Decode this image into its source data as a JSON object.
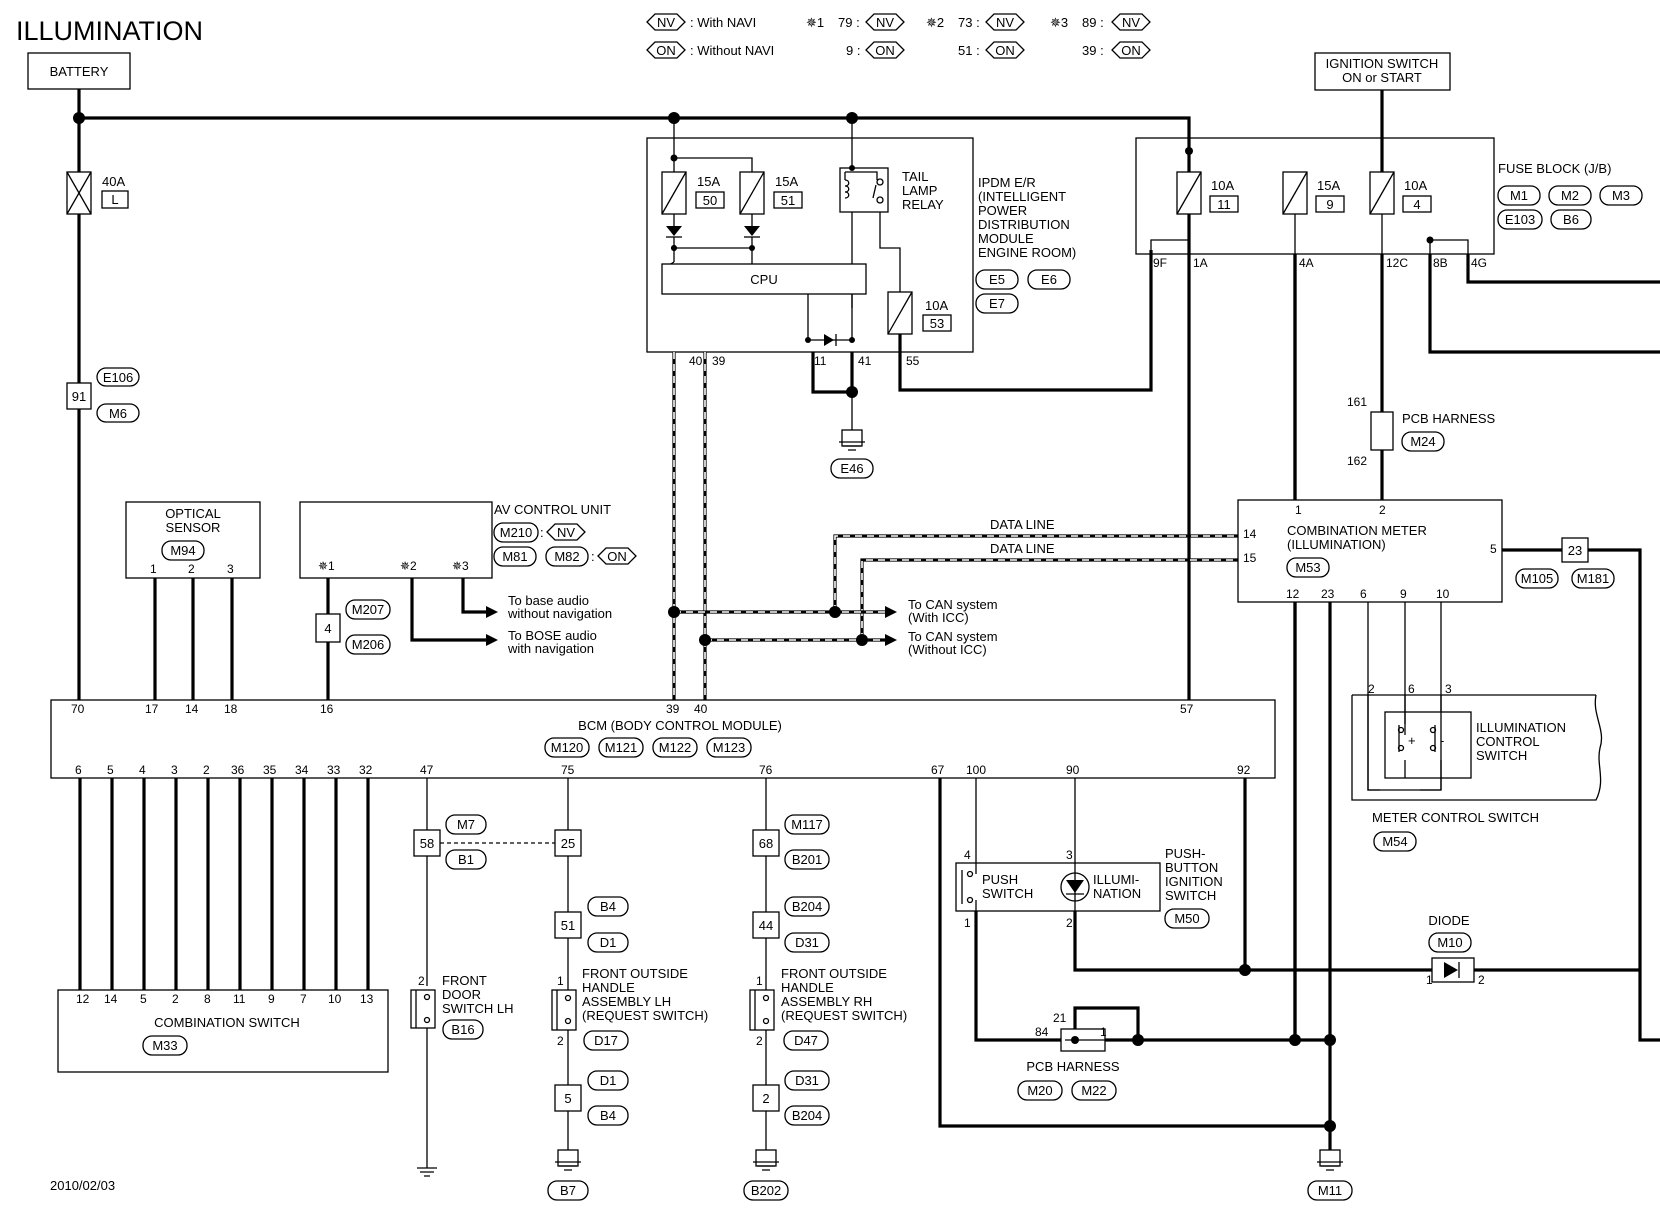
{
  "title": "ILLUMINATION",
  "date": "2010/02/03",
  "legend": {
    "nv_code": "NV",
    "nv_text": ": With NAVI",
    "on_code": "ON",
    "on_text": ": Without NAVI",
    "star1": "✵1",
    "star1_nv": "79 :",
    "star1_on": "9 :",
    "star2": "✵2",
    "star2_nv": "73 :",
    "star2_on": "51 :",
    "star3": "✵3",
    "star3_nv": "89 :",
    "star3_on": "39 :"
  },
  "battery": "BATTERY",
  "ignition": {
    "line1": "IGNITION SWITCH",
    "line2": "ON or START"
  },
  "fuse40": {
    "rating": "40A",
    "code": "L"
  },
  "conn91": {
    "pin": "91",
    "c1": "E106",
    "c2": "M6"
  },
  "ipdm": {
    "lines": [
      "IPDM E/R",
      "(INTELLIGENT",
      "POWER",
      "DISTRIBUTION",
      "MODULE",
      "ENGINE ROOM)"
    ],
    "conns": [
      "E5",
      "E6",
      "E7"
    ],
    "fuse50": {
      "rating": "15A",
      "num": "50"
    },
    "fuse51": {
      "rating": "15A",
      "num": "51"
    },
    "fuse53": {
      "rating": "10A",
      "num": "53"
    },
    "relay": [
      "TAIL",
      "LAMP",
      "RELAY"
    ],
    "cpu": "CPU",
    "pins": [
      "40",
      "39",
      "11",
      "41",
      "55"
    ],
    "ground": "E46"
  },
  "fuseblock": {
    "title": "FUSE BLOCK (J/B)",
    "conns": [
      "M1",
      "M2",
      "M3",
      "E103",
      "B6"
    ],
    "fuses": [
      {
        "rating": "10A",
        "num": "11"
      },
      {
        "rating": "15A",
        "num": "9"
      },
      {
        "rating": "10A",
        "num": "4"
      }
    ],
    "pins": [
      "9F",
      "1A",
      "4A",
      "12C",
      "8B",
      "4G"
    ]
  },
  "pcb_m24": {
    "top": "161",
    "bottom": "162",
    "label": "PCB HARNESS",
    "conn": "M24"
  },
  "meter": {
    "line1": "COMBINATION METER",
    "line2": "(ILLUMINATION)",
    "conn": "M53",
    "pin1": "1",
    "pin2": "2",
    "pin14": "14",
    "pin15": "15",
    "pin5": "5",
    "bottom_pins": [
      "12",
      "23",
      "6",
      "9",
      "10"
    ]
  },
  "j23": {
    "pin": "23",
    "c1": "M105",
    "c2": "M181"
  },
  "data_line": "DATA LINE",
  "can": {
    "with1": "To CAN system",
    "with2": "(With ICC)",
    "without1": "To CAN system",
    "without2": "(Without ICC)"
  },
  "optical": {
    "line1": "OPTICAL",
    "line2": "SENSOR",
    "conn": "M94",
    "pins": [
      "1",
      "2",
      "3"
    ]
  },
  "av": {
    "title": "AV CONTROL UNIT",
    "conn_nv": "M210",
    "code_nv": "NV",
    "conn_on1": "M81",
    "conn_on2": "M82",
    "code_on": "ON",
    "pins": [
      "✵1",
      "✵2",
      "✵3"
    ],
    "base1": "To base audio",
    "base2": "without navigation",
    "bose1": "To BOSE audio",
    "bose2": "with navigation"
  },
  "conn4": {
    "pin": "4",
    "c1": "M207",
    "c2": "M206"
  },
  "bcm": {
    "title": "BCM (BODY CONTROL MODULE)",
    "conns": [
      "M120",
      "M121",
      "M122",
      "M123"
    ],
    "top_pins": [
      "70",
      "17",
      "14",
      "18",
      "16",
      "39",
      "40",
      "57"
    ],
    "bottom_pins": [
      "6",
      "5",
      "4",
      "3",
      "2",
      "36",
      "35",
      "34",
      "33",
      "32",
      "47",
      "75",
      "76",
      "67",
      "100",
      "90",
      "92"
    ]
  },
  "combo_switch": {
    "label": "COMBINATION SWITCH",
    "conn": "M33",
    "pins": [
      "12",
      "14",
      "5",
      "2",
      "8",
      "11",
      "9",
      "7",
      "10",
      "13"
    ]
  },
  "j58": {
    "pin": "58",
    "c1": "M7",
    "c2": "B1"
  },
  "j25": {
    "pin": "25"
  },
  "front_door": {
    "lines": [
      "FRONT",
      "DOOR",
      "SWITCH LH"
    ],
    "conn": "B16",
    "pin": "2"
  },
  "lh_handle": {
    "lines": [
      "FRONT OUTSIDE",
      "HANDLE",
      "ASSEMBLY LH",
      "(REQUEST SWITCH)"
    ],
    "conn": "D17",
    "pin_top": "1",
    "pin_bottom": "2",
    "j51": "51",
    "j51_c1": "B4",
    "j51_c2": "D1",
    "j5": "5",
    "j5_c1": "D1",
    "j5_c2": "B4",
    "ground": "B7"
  },
  "rh_handle": {
    "lines": [
      "FRONT OUTSIDE",
      "HANDLE",
      "ASSEMBLY RH",
      "(REQUEST SWITCH)"
    ],
    "conn": "D47",
    "pin_top": "1",
    "pin_bottom": "2",
    "j68": "68",
    "j68_c1": "M117",
    "j68_c2": "B201",
    "j44": "44",
    "j44_c1": "B204",
    "j44_c2": "D31",
    "j2": "2",
    "j2_c1": "D31",
    "j2_c2": "B204",
    "ground": "B202"
  },
  "push_button": {
    "push1": "PUSH",
    "push2": "SWITCH",
    "illum1": "ILLUMI-",
    "illum2": "NATION",
    "title": [
      "PUSH-",
      "BUTTON",
      "IGNITION",
      "SWITCH"
    ],
    "conn": "M50",
    "pins": [
      "4",
      "3",
      "1",
      "2"
    ]
  },
  "diode": {
    "label": "DIODE",
    "conn": "M10",
    "pin1": "1",
    "pin2": "2"
  },
  "pcb_m20": {
    "label": "PCB HARNESS",
    "c1": "M20",
    "c2": "M22",
    "pins": [
      "84",
      "21",
      "1"
    ]
  },
  "meter_switch": {
    "illum": [
      "ILLUMINATION",
      "CONTROL",
      "SWITCH"
    ],
    "label": "METER CONTROL SWITCH",
    "conn": "M54",
    "pins": [
      "2",
      "6",
      "3"
    ],
    "plus": "+",
    "minus": "-"
  },
  "ground_m11": "M11"
}
